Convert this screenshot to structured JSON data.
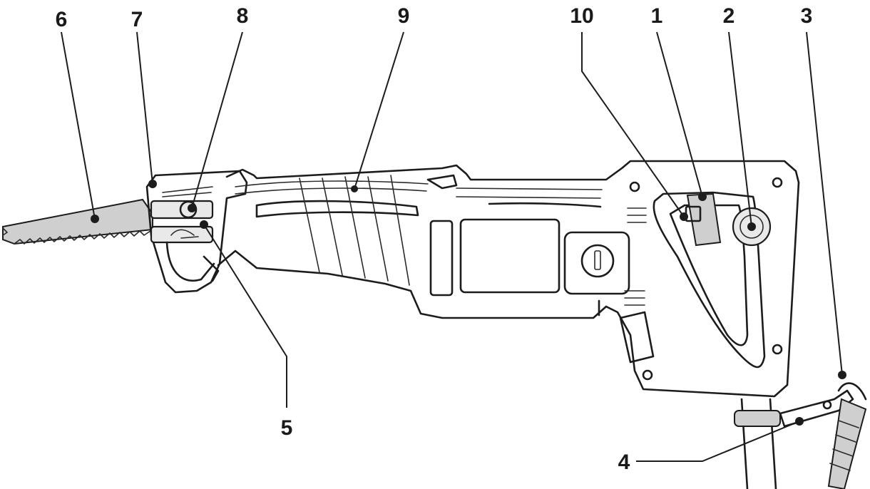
{
  "diagram": {
    "callouts": [
      {
        "id": "1",
        "label": "1"
      },
      {
        "id": "2",
        "label": "2"
      },
      {
        "id": "3",
        "label": "3"
      },
      {
        "id": "4",
        "label": "4"
      },
      {
        "id": "5",
        "label": "5"
      },
      {
        "id": "6",
        "label": "6"
      },
      {
        "id": "7",
        "label": "7"
      },
      {
        "id": "8",
        "label": "8"
      },
      {
        "id": "9",
        "label": "9"
      },
      {
        "id": "10",
        "label": "10"
      }
    ],
    "colors": {
      "ink": "#1c1c1c",
      "paper": "#ffffff",
      "shade": "#cfcfcf"
    }
  }
}
